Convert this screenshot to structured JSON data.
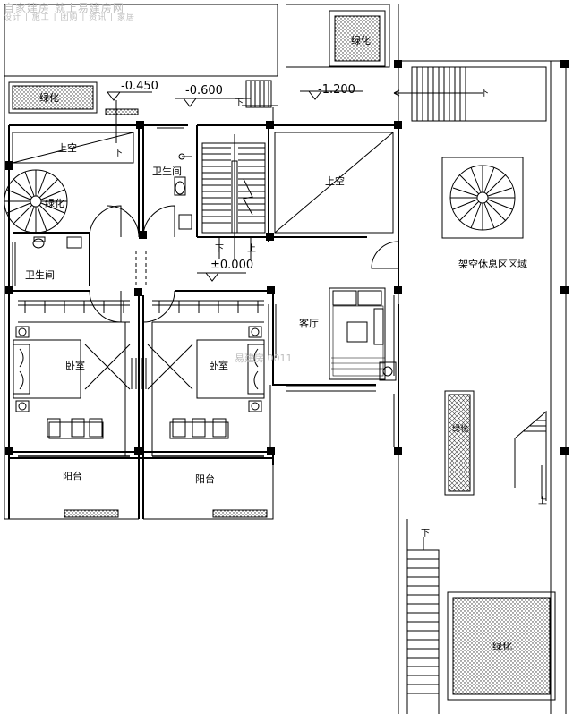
{
  "watermark": {
    "title": "自家建房 就上易建房网",
    "subtitle": "设计 | 施工 | 团购 | 资讯 | 家居",
    "code": "易建房 0011"
  },
  "labels": {
    "green_top": "绿化",
    "green_left": "绿化",
    "green_spiral": "绿化",
    "green_bottom": "绿化",
    "green_strip": "绿化",
    "void_left": "上空",
    "void_center": "上空",
    "bath_top": "卫生间",
    "bath_left": "卫生间",
    "bedroom_left": "卧室",
    "bedroom_right": "卧室",
    "balcony_left": "阳台",
    "balcony_right": "阳台",
    "living": "客厅",
    "rest_area": "架空休息区区域"
  },
  "elevations": {
    "e1": "-0.450",
    "e2": "-0.600",
    "e3": "-1.200",
    "e4": "±0.000"
  },
  "stair_marks": {
    "down_1": "下",
    "down_2": "下",
    "down_3": "下",
    "down_4": "下",
    "down_5": "下",
    "up_1": "上",
    "up_2": "上"
  }
}
